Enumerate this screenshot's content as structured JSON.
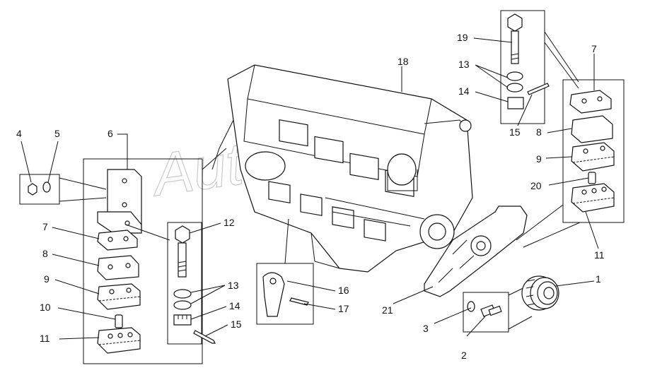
{
  "diagram": {
    "watermark": "AutoSoft",
    "callouts": [
      {
        "id": "c4",
        "text": "4"
      },
      {
        "id": "c5",
        "text": "5"
      },
      {
        "id": "c6",
        "text": "6"
      },
      {
        "id": "c7l",
        "text": "7"
      },
      {
        "id": "c8l",
        "text": "8"
      },
      {
        "id": "c9l",
        "text": "9"
      },
      {
        "id": "c10",
        "text": "10"
      },
      {
        "id": "c11l",
        "text": "11"
      },
      {
        "id": "c12",
        "text": "12"
      },
      {
        "id": "c13l",
        "text": "13"
      },
      {
        "id": "c14l",
        "text": "14"
      },
      {
        "id": "c15l",
        "text": "15"
      },
      {
        "id": "c16",
        "text": "16"
      },
      {
        "id": "c17",
        "text": "17"
      },
      {
        "id": "c18",
        "text": "18"
      },
      {
        "id": "c19",
        "text": "19"
      },
      {
        "id": "c13r",
        "text": "13"
      },
      {
        "id": "c14r",
        "text": "14"
      },
      {
        "id": "c15r",
        "text": "15"
      },
      {
        "id": "c7r",
        "text": "7"
      },
      {
        "id": "c8r",
        "text": "8"
      },
      {
        "id": "c9r",
        "text": "9"
      },
      {
        "id": "c20",
        "text": "20"
      },
      {
        "id": "c11r",
        "text": "11"
      },
      {
        "id": "c21",
        "text": "21"
      },
      {
        "id": "c1",
        "text": "1"
      },
      {
        "id": "c3",
        "text": "3"
      },
      {
        "id": "c2",
        "text": "2"
      }
    ]
  }
}
